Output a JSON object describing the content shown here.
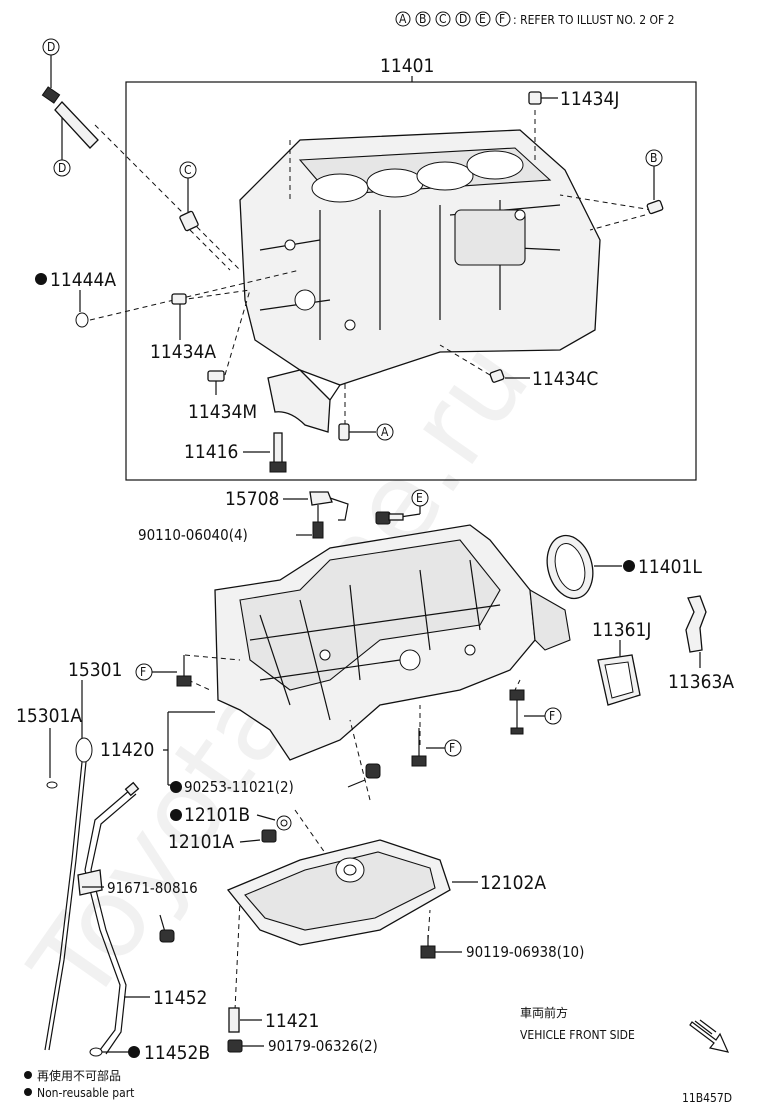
{
  "header": {
    "refer_letters": [
      "A",
      "B",
      "C",
      "D",
      "E",
      "F"
    ],
    "refer_text": ": REFER TO ILLUST NO. 2 OF 2"
  },
  "watermark": "ToyotaMine.ru",
  "labels": {
    "p11401": "11401",
    "p11434J": "11434J",
    "p11444A": "11444A",
    "p11434A": "11434A",
    "p11434C": "11434C",
    "p11434M": "11434M",
    "p11416": "11416",
    "p15708": "15708",
    "p90110": "90110-06040(4)",
    "p11401L": "11401L",
    "p11361J": "11361J",
    "p11363A": "11363A",
    "p15301": "15301",
    "p15301A": "15301A",
    "p11420": "11420",
    "p90253": "90253-11021(2)",
    "p12101B": "12101B",
    "p12101A": "12101A",
    "p12102A": "12102A",
    "p91671": "91671-80816",
    "p90119": "90119-06938(10)",
    "p11452": "11452",
    "p11421": "11421",
    "p90179": "90179-06326(2)",
    "p11452B": "11452B"
  },
  "callouts": {
    "d_top": "D",
    "d_mid": "D",
    "c": "C",
    "b": "B",
    "a": "A",
    "e": "E",
    "f1": "F",
    "f2": "F",
    "f3": "F"
  },
  "direction": {
    "jp": "車両前方",
    "en": "VEHICLE FRONT SIDE"
  },
  "legend": {
    "jp": "再使用不可部品",
    "en": "Non-reusable part"
  },
  "diagram_code": "11B457D"
}
